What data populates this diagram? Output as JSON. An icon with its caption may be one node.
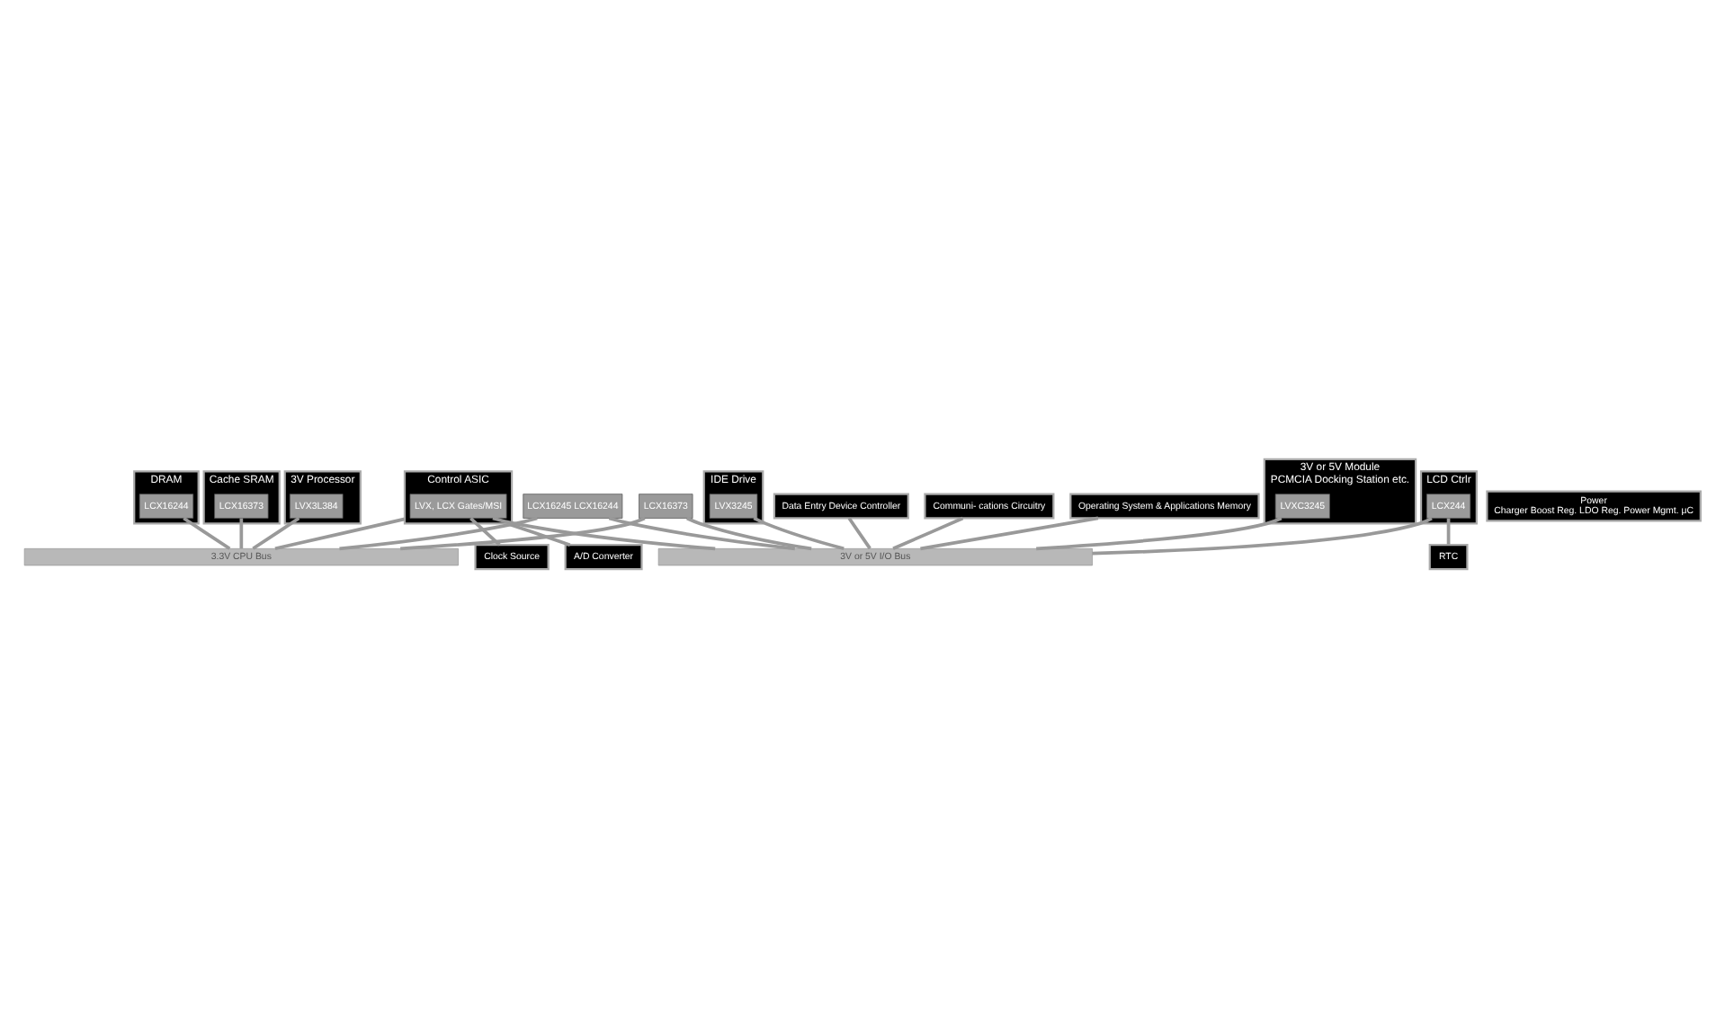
{
  "diagram": {
    "nodes": [
      {
        "text": [
          "DRAM"
        ]
      },
      {
        "text": [
          "LCX16244"
        ],
        "in": 0
      },
      {
        "text": [
          "Cache SRAM"
        ]
      },
      {
        "text": [
          "LCX16373"
        ],
        "in": 2
      },
      {
        "text": [
          "3V Processor"
        ]
      },
      {
        "text": [
          "LVX3L384"
        ],
        "in": 4
      },
      {
        "text": [
          "3.3V CPU Bus"
        ]
      },
      {
        "text": [
          "Control ASIC"
        ]
      },
      {
        "text": [
          "LVX, LCX Gates/MSI"
        ],
        "in": 7
      },
      {
        "text": [
          "A/D Converter"
        ]
      },
      {
        "text": [
          "LCX16245 LCX16244"
        ]
      },
      {
        "text": [
          "LCX16373"
        ]
      },
      {
        "text": [
          "Power",
          "Charger Boost Reg. LDO Reg. Power Mgmt. μC"
        ]
      },
      {
        "text": [
          "Clock Source"
        ]
      },
      {
        "text": [
          "3V or 5V I/O Bus"
        ]
      },
      {
        "text": [
          "LCD Ctrlr"
        ]
      },
      {
        "text": [
          "LCX244"
        ],
        "in": 15
      },
      {
        "text": [
          "3V or 5V Module",
          "PCMCIA Docking Station etc."
        ]
      },
      {
        "text": [
          "LVXC3245"
        ],
        "in": 17
      },
      {
        "text": [
          "IDE Drive"
        ]
      },
      {
        "text": [
          "LVX3245"
        ],
        "in": 19
      },
      {
        "text": [
          "Communi- cations Circuitry"
        ]
      },
      {
        "text": [
          "Operating System & Applications Memory"
        ]
      },
      {
        "text": [
          "Data Entry Device Controller"
        ]
      },
      {
        "text": [
          "RTC"
        ]
      }
    ],
    "edges": [
      {
        "from": 1,
        "to": 6,
        "arrow": "none"
      },
      {
        "from": 3,
        "to": 6,
        "arrow": "none"
      },
      {
        "from": 5,
        "to": 6,
        "arrow": "none"
      },
      {
        "from": 7,
        "to": 6,
        "arrow": "none"
      },
      {
        "from": 10,
        "to": 6,
        "arrow": "none"
      },
      {
        "from": 11,
        "to": 6,
        "arrow": "none"
      },
      {
        "from": 7,
        "to": 9,
        "arrow": "none"
      },
      {
        "from": 8,
        "to": 13,
        "arrow": "none"
      },
      {
        "from": 8,
        "to": 14,
        "arrow": "none"
      },
      {
        "from": 10,
        "to": 14,
        "arrow": "none"
      },
      {
        "from": 11,
        "to": 14,
        "arrow": "none"
      },
      {
        "from": 16,
        "to": 14,
        "arrow": "none"
      },
      {
        "from": 16,
        "to": 24,
        "arrow": "none"
      },
      {
        "from": 18,
        "to": 14,
        "arrow": "none"
      },
      {
        "from": 20,
        "to": 14,
        "arrow": "none"
      },
      {
        "from": 21,
        "to": 14,
        "arrow": "none"
      },
      {
        "from": 22,
        "to": 14,
        "arrow": "none"
      },
      {
        "from": 23,
        "to": 14,
        "arrow": "none"
      }
    ]
  }
}
